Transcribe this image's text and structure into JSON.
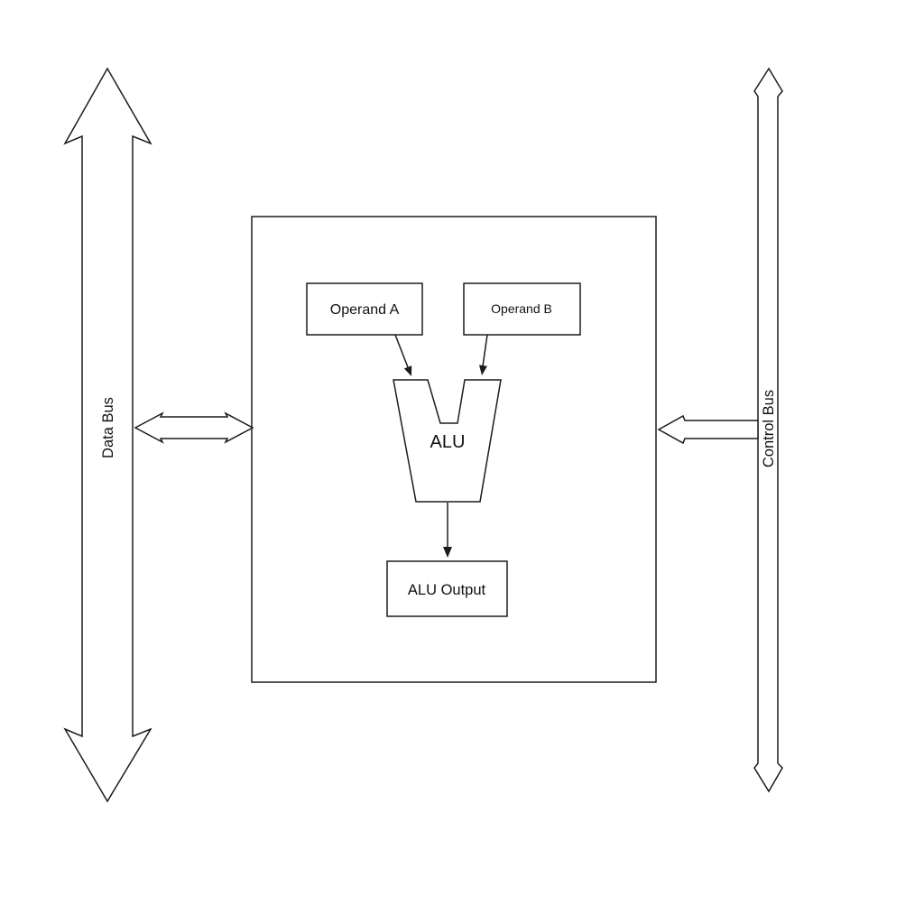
{
  "colors": {
    "line": "#1c1c1c",
    "background": "#ffffff",
    "text": "#111111"
  },
  "buses": {
    "data_bus_label": "Data Bus",
    "control_bus_label": "Control Bus"
  },
  "cpu": {
    "operand_a_label": "Operand A",
    "operand_b_label": "Operand B",
    "alu_label": "ALU",
    "alu_output_label": "ALU Output"
  }
}
